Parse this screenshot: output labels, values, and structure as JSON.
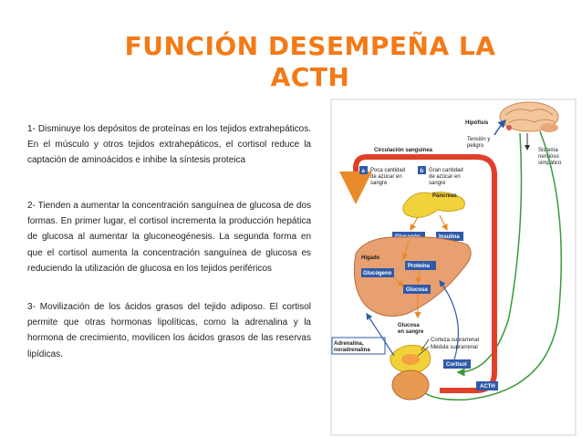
{
  "slide": {
    "title_line1": "FUNCIÓN DESEMPEÑA LA",
    "title_line2": "ACTH",
    "paragraphs": [
      "1- Disminuye los depósitos de proteínas en los tejidos extrahepáticos. En el músculo y otros tejidos extrahepáticos, el cortisol reduce la captación de aminoácidos e inhibe la síntesis proteica",
      "2- Tienden a aumentar la concentración sanguínea de glucosa de dos formas. En primer lugar, el cortisol incrementa la producción hepática de glucosa al aumentar la gluconeogénesis. La segunda forma en que el cortisol aumenta la concentración sanguínea de glucosa es reduciendo la utilización de glucosa en los tejidos periféricos",
      "3- Movilización de los ácidos grasos del tejido adiposo. El cortisol permite que otras hormonas lipolíticas, como la adrenalina y la hormona de crecimiento, movilicen los ácidos grasos de las reservas lipídicas."
    ]
  },
  "diagram": {
    "hipofisis": "Hipófisis",
    "tension_line1": "Tensión y",
    "tension_line2": "peligro",
    "sistema_line1": "Sistema",
    "sistema_line2": "nervioso",
    "sistema_line3": "simpático",
    "circulacion": "Circulación sanguínea",
    "badge_a": "a",
    "badge_b": "b",
    "poca_line1": "Poca cantidad",
    "poca_line2": "de azúcar en",
    "poca_line3": "sangre",
    "gran_line1": "Gran cantidad",
    "gran_line2": "de azúcar en",
    "gran_line3": "sangre",
    "pancreas": "Páncreas",
    "glucagon": "Glucagón",
    "insulina": "Insulina",
    "higado": "Hígado",
    "glucogeno": "Glucógeno",
    "proteina": "Proteína",
    "glucosa": "Glucosa",
    "glucosa_sangre_line1": "Glucosa",
    "glucosa_sangre_line2": "en sangre",
    "adrenalina_line1": "Adrenalina,",
    "adrenalina_line2": "noradrenalina",
    "corteza": "Corteza suprarrenal",
    "medula": "Médula suprarrenal",
    "cortisol": "Cortisol",
    "acth": "ACTH"
  },
  "colors": {
    "title": "#f47a16",
    "blood": "#e0402a",
    "box": "#2f5aa8",
    "green_arrow": "#3a9a3a",
    "liver": "#e8a070",
    "pancreas": "#f2d23a"
  }
}
